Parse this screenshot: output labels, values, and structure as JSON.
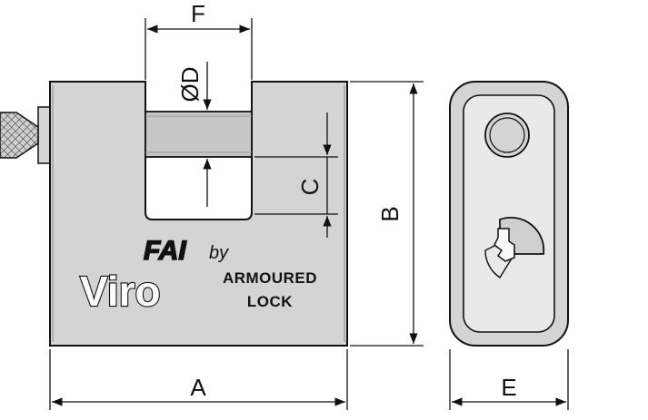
{
  "dimensions": {
    "a": "A",
    "b": "B",
    "c": "C",
    "d": "ØD",
    "e": "E",
    "f": "F"
  },
  "branding": {
    "maker_logo": "FAI",
    "by": "by",
    "model": "Viro",
    "line1": "ARMOURED",
    "line2": "LOCK"
  },
  "colors": {
    "body": "#d4d4d4",
    "shackle": "#c6c6c6",
    "line": "#111111"
  }
}
